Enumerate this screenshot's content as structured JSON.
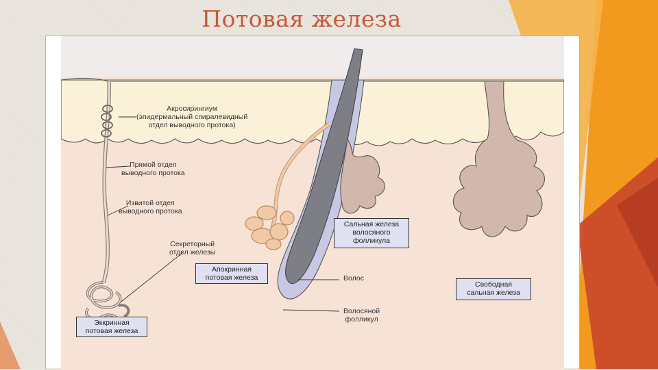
{
  "slide": {
    "title": "Потовая железа"
  },
  "labels": {
    "acrosyringium": [
      "Акросирингиум",
      "(эпидермальный спиралевидный",
      "отдел выводного протока)"
    ],
    "straight_duct": [
      "Прямой отдел",
      "выводного протока"
    ],
    "coiled_duct": [
      "Извитой отдел",
      "выводного протока"
    ],
    "secretory": [
      "Секреторный",
      "отдел железы"
    ],
    "hair": [
      "Волос"
    ],
    "hair_follicle": [
      "Волосяной",
      "фолликул"
    ]
  },
  "boxes": {
    "eccrine": [
      "Эккринная",
      "потовая железа"
    ],
    "apocrine": [
      "Апокринная",
      "потовая железа"
    ],
    "sebaceous_follicle": [
      "Сальная железа",
      "волосяного",
      "фолликула"
    ],
    "free_sebaceous": [
      "Свободная",
      "сальная железа"
    ]
  },
  "colors": {
    "title": "#c8583a",
    "epidermis": "#fbf1d8",
    "dermis": "#f7e3d6",
    "hair": "#7e7f86",
    "follicle": "#c8c8e4",
    "apocrine_gland": "#f2c9a7",
    "sebaceous": "#d2b8ac",
    "label_box": "#dfe0f1",
    "accent_orange": "#f29a1e",
    "accent_red": "#c9472a"
  }
}
